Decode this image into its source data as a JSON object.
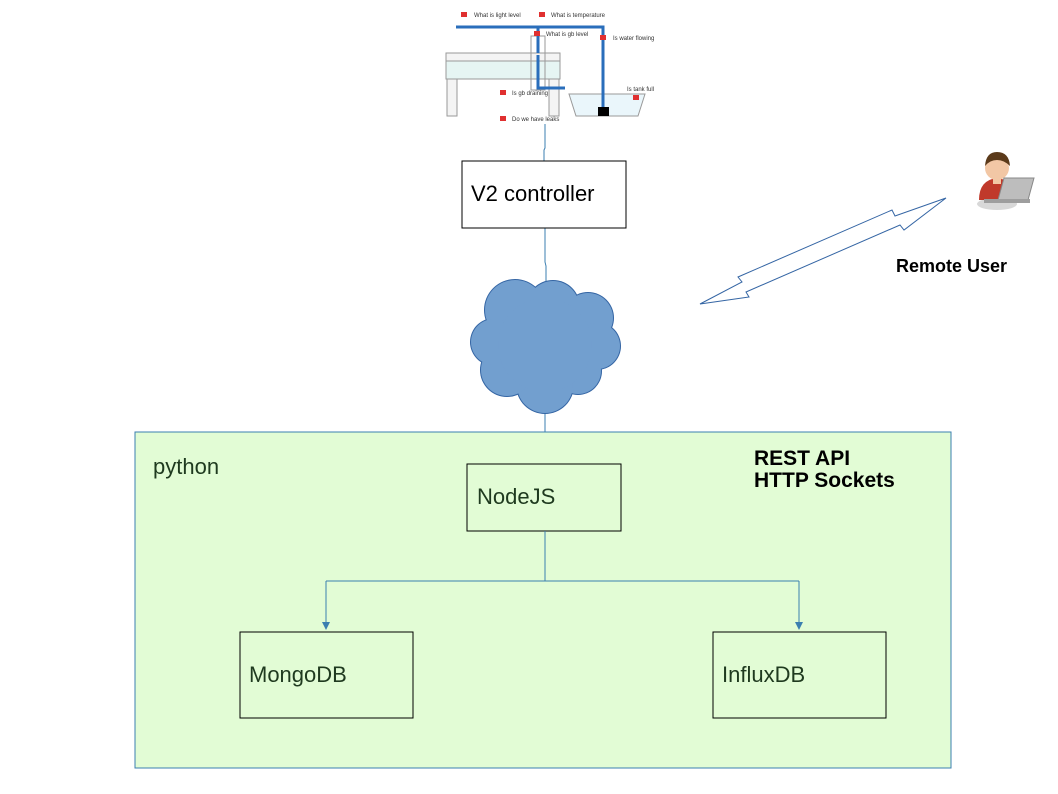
{
  "colors": {
    "container_fill": "#e2fcd5",
    "container_stroke": "#3b7fb0",
    "cloud_fill": "#729fcf",
    "cloud_stroke": "#3465a4",
    "connector": "#3b7fb0",
    "pipe": "#2a6ebb",
    "sensor": "#e03030"
  },
  "sensors": [
    {
      "label": "What is light level"
    },
    {
      "label": "What is temperature"
    },
    {
      "label": "What is gb level"
    },
    {
      "label": "Is water flowing"
    },
    {
      "label": "Is gb draining"
    },
    {
      "label": "Is tank full"
    },
    {
      "label": "Do we have leaks"
    }
  ],
  "controller": {
    "label": "V2 controller"
  },
  "remote_user": {
    "label": "Remote User",
    "icon": "user-laptop-icon"
  },
  "cloud": {
    "icon": "cloud-icon"
  },
  "container": {
    "label": "python",
    "api_lines": [
      "REST API",
      "HTTP Sockets"
    ]
  },
  "nodes": {
    "nodejs": "NodeJS",
    "mongodb": "MongoDB",
    "influxdb": "InfluxDB"
  }
}
